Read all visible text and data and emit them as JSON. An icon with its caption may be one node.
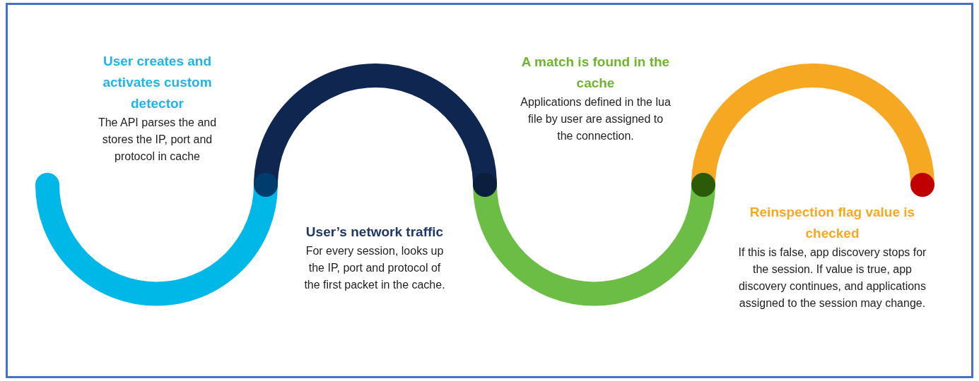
{
  "diagram": {
    "nodes": [
      {
        "text": [
          "User creates and activates custom detector",
          "The API parses the and stores the IP, port and protocol in cache"
        ]
      },
      {
        "text": [
          "User’s network traffic",
          "For every session, looks up the IP, port and protocol of the first packet in the cache."
        ]
      },
      {
        "text": [
          "A match is found in the cache",
          "Applications defined in the lua file by user are assigned to the connection."
        ]
      },
      {
        "text": [
          "Reinspection flag value is checked",
          "If this is false, app discovery stops for the session. If value is true, app discovery continues, and applications assigned to the session may change."
        ]
      }
    ]
  }
}
